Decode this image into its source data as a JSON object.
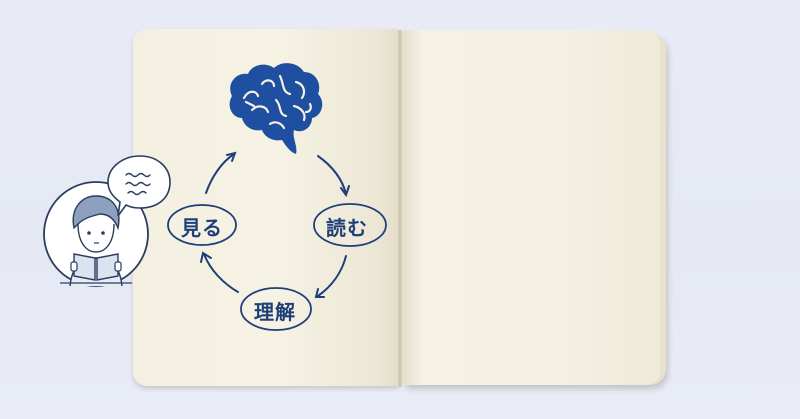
{
  "scene": {
    "description": "Open notebook with a learning cycle diagram",
    "background_color": "#e8ebf6",
    "paper_color": "#f5f1e3",
    "ink_color": "#1f3f78",
    "brain_color": "#1e4fa0"
  },
  "diagram": {
    "center_icon": "brain-icon",
    "cycle_steps": [
      {
        "label": "見る",
        "meaning": "see"
      },
      {
        "label": "読む",
        "meaning": "read"
      },
      {
        "label": "理解",
        "meaning": "understand"
      }
    ]
  },
  "illustration": {
    "figure": "person-reading-book-icon",
    "speech_bubble": "speech-bubble-icon"
  }
}
